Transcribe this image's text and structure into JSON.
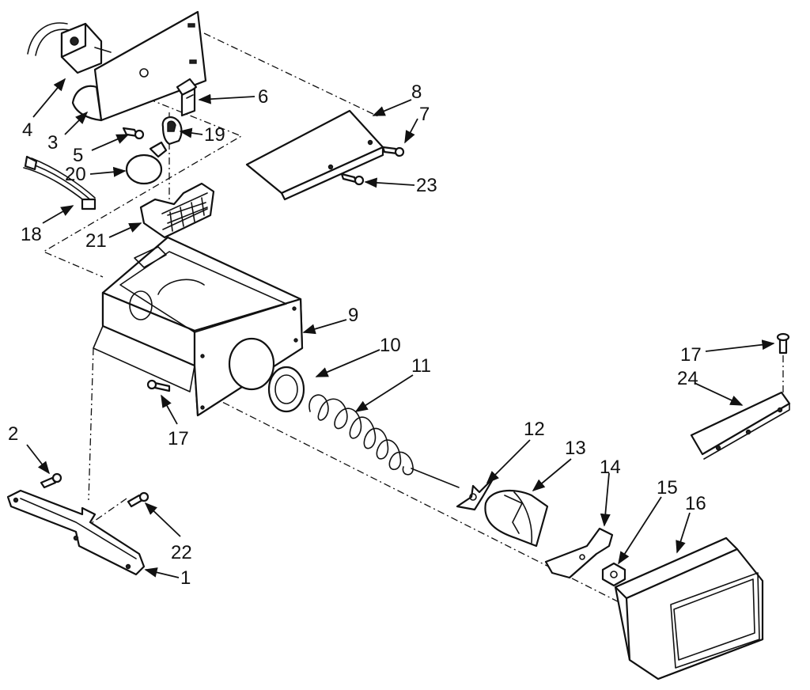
{
  "diagram": {
    "callouts": {
      "c1": "1",
      "c2": "2",
      "c3": "3",
      "c4": "4",
      "c5": "5",
      "c6": "6",
      "c7": "7",
      "c8": "8",
      "c9": "9",
      "c10": "10",
      "c11": "11",
      "c12": "12",
      "c13": "13",
      "c14": "14",
      "c15": "15",
      "c16": "16",
      "c17a": "17",
      "c17b": "17",
      "c18": "18",
      "c19": "19",
      "c20": "20",
      "c21": "21",
      "c22": "22",
      "c23": "23",
      "c24": "24"
    },
    "colors": {
      "ink": "#111111",
      "paper": "#ffffff"
    }
  }
}
